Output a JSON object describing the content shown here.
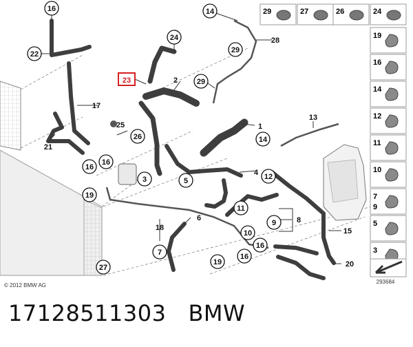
{
  "diagram": {
    "copyright": "© 2012 BMW AG",
    "figure_id": "293684",
    "callouts": [
      "16",
      "22",
      "24",
      "23",
      "2",
      "29",
      "14",
      "28",
      "17",
      "21",
      "25",
      "26",
      "15",
      "16",
      "19",
      "3",
      "5",
      "4",
      "13",
      "1",
      "14",
      "12",
      "11",
      "9",
      "8",
      "10",
      "6",
      "7",
      "18",
      "16",
      "16",
      "15",
      "19",
      "20",
      "27"
    ],
    "highlighted_callout": "23",
    "side_panel": [
      {
        "no": "29"
      },
      {
        "no": "27"
      },
      {
        "no": "26"
      },
      {
        "no": "24"
      },
      {
        "no": "19"
      },
      {
        "no": "16"
      },
      {
        "no": "14"
      },
      {
        "no": "12"
      },
      {
        "no": "11"
      },
      {
        "no": "10"
      },
      {
        "no": "7",
        "sub": "9"
      },
      {
        "no": "5"
      },
      {
        "no": "3"
      }
    ]
  },
  "caption": {
    "part_number": "17128511303",
    "brand": "BMW"
  },
  "colors": {
    "highlight": "#d62020",
    "line": "#333333",
    "hose": "#4a4a4a"
  }
}
